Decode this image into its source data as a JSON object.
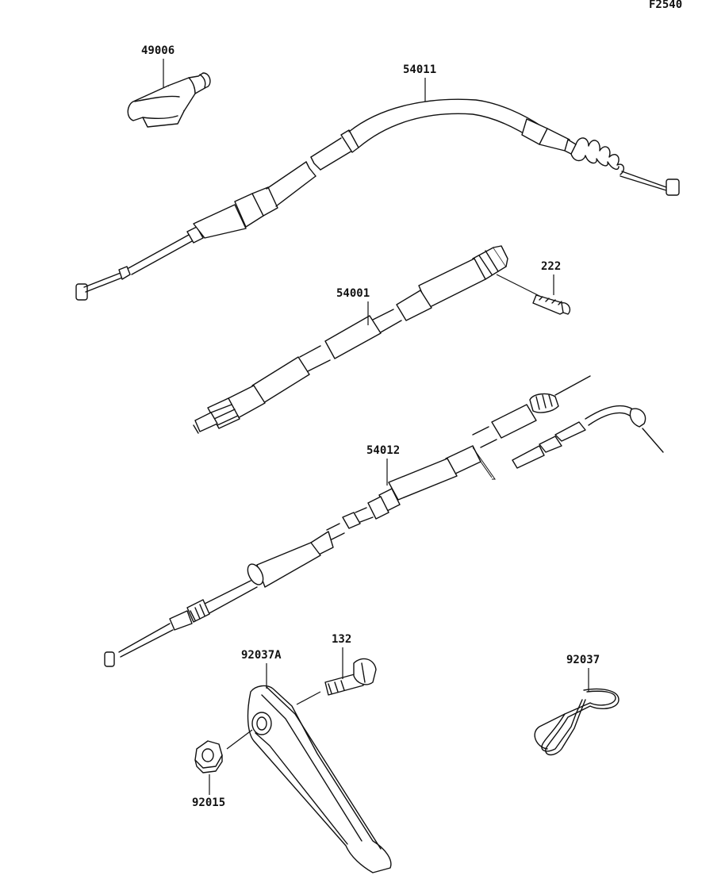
{
  "diagram": {
    "figure_code": "F2540",
    "parts": [
      {
        "id": "grip-cover",
        "label": "49006"
      },
      {
        "id": "clutch-cable",
        "label": "54011"
      },
      {
        "id": "screw",
        "label": "222"
      },
      {
        "id": "speedometer-cable",
        "label": "54001"
      },
      {
        "id": "throttle-cable",
        "label": "54012"
      },
      {
        "id": "bolt",
        "label": "132"
      },
      {
        "id": "cable-guide",
        "label": "92037A"
      },
      {
        "id": "clamp",
        "label": "92037"
      },
      {
        "id": "nut",
        "label": "92015"
      }
    ]
  }
}
